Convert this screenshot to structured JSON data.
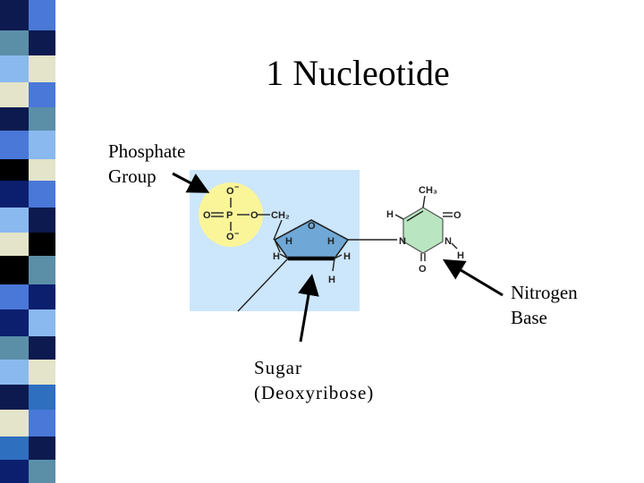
{
  "title": "1 Nucleotide",
  "labels": {
    "phosphate": [
      "Phosphate",
      "Group"
    ],
    "nitrogen": [
      "Nitrogen",
      "Base"
    ],
    "sugar": [
      "Sugar",
      "(Deoxyribose)"
    ]
  },
  "atoms": {
    "phosphate": {
      "P": "P",
      "O": "O",
      "minus": "−",
      "CH2": "CH₂"
    },
    "sugar": {
      "O": "O",
      "H": "H"
    },
    "base": {
      "N": "N",
      "H": "H",
      "O": "O",
      "CH3": "CH₃"
    }
  },
  "colors": {
    "panel": "#cce6fb",
    "phosphate_circle": "#fbf59a",
    "sugar_ring": "#6fa8d6",
    "base_ring": "#b9e6c0",
    "stripe_palette": [
      "#0d1a4f",
      "#4a78d8",
      "#5b8fa8",
      "#e3e4c9",
      "#8ab9f0",
      "#000000",
      "#0b1f6e",
      "#2f6fc0"
    ]
  }
}
